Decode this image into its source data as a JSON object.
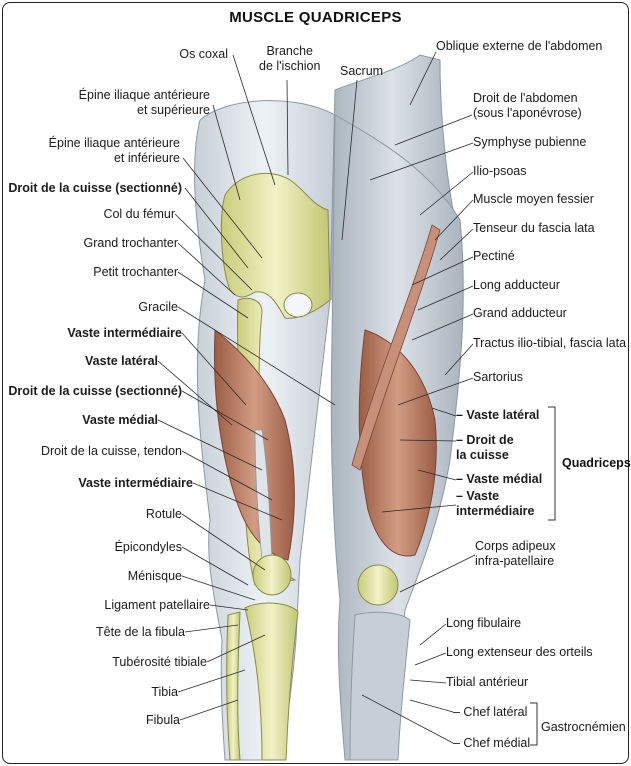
{
  "title": "MUSCLE QUADRICEPS",
  "labels_left": [
    "Os coxal",
    "Épine iliaque antérieure\net supérieure",
    "Épine iliaque antérieure\net inférieure",
    "Droit de la cuisse (sectionné)",
    "Col du fémur",
    "Grand trochanter",
    "Petit trochanter",
    "Gracile",
    "Vaste intermédiaire",
    "Vaste latéral",
    "Droit de la cuisse (sectionné)",
    "Vaste médial",
    "Droit de la cuisse, tendon",
    "Vaste intermédiaire",
    "Rotule",
    "Épicondyles",
    "Ménisque",
    "Ligament patellaire",
    "Tête de la fibula",
    "Tubérosité tibiale",
    "Tibia",
    "Fibula"
  ],
  "labels_top": [
    "Branche\nde l'ischion",
    "Sacrum"
  ],
  "labels_right": [
    "Oblique externe de l'abdomen",
    "Droit de l'abdomen\n(sous l'aponévrose)",
    "Symphyse pubienne",
    "Ilio-psoas",
    "Muscle moyen fessier",
    "Tenseur du fascia lata",
    "Pectiné",
    "Long adducteur",
    "Grand adducteur",
    "Tractus ilio-tibial, fascia lata",
    "Sartorius",
    "Corps adipeux\ninfra-patellaire",
    "Long fibulaire",
    "Long extenseur des orteils",
    "Tibial antérieur"
  ],
  "quadriceps_items": [
    "– Vaste latéral",
    "– Droit de\nla cuisse",
    "– Vaste médial",
    "– Vaste\nintermédiaire"
  ],
  "quadriceps_label": "Quadriceps",
  "gastro_items": [
    "– Chef latéral",
    "– Chef médial"
  ],
  "gastro_label": "Gastrocnémien",
  "colors": {
    "bone": "#e4e6a8",
    "muscle": "#b87a62",
    "skin": "#dde3e9",
    "pin": "#e0455a"
  }
}
